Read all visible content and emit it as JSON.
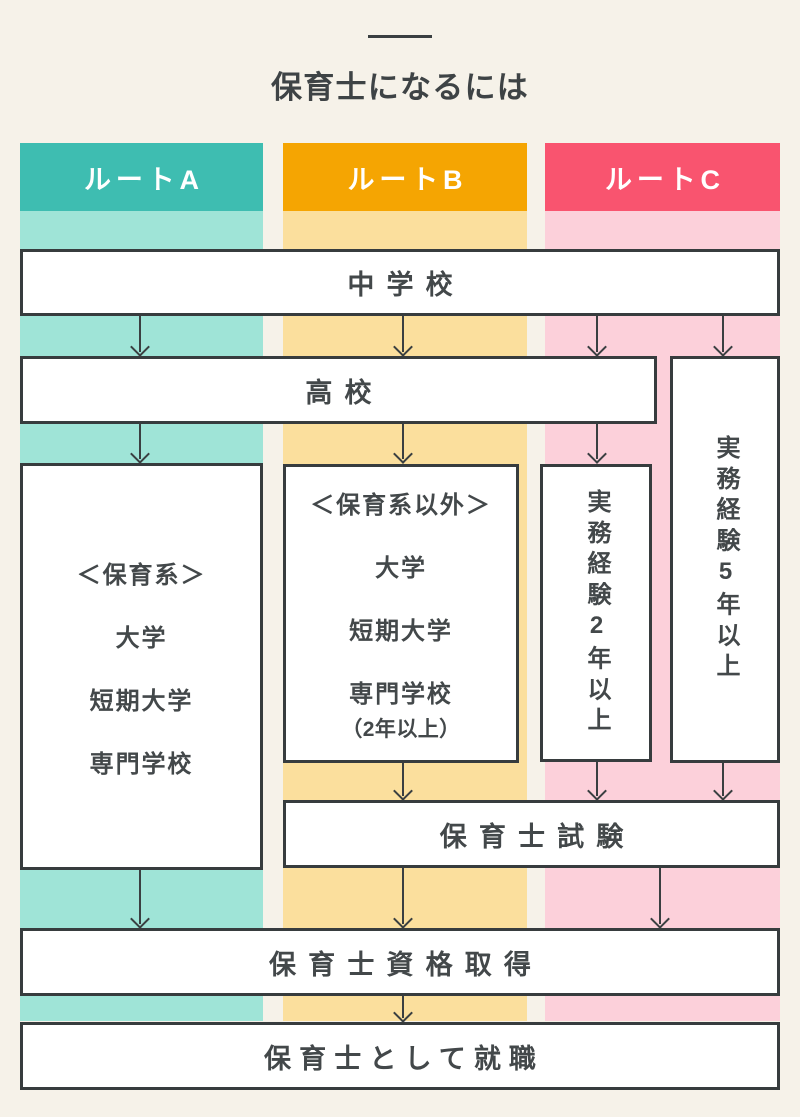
{
  "title": {
    "text": "保育士になるには"
  },
  "colors": {
    "background": "#f6f2e9",
    "box_border": "#373c3e",
    "text_dark": "#43484a",
    "arrow": "#3a3f41"
  },
  "routes": [
    {
      "label": "ルートA",
      "header_color": "#3ebdb1",
      "column_color": "#9fe4d7"
    },
    {
      "label": "ルートB",
      "header_color": "#f5a502",
      "column_color": "#fbdf9d"
    },
    {
      "label": "ルートC",
      "header_color": "#f9546f",
      "column_color": "#fcd0da"
    }
  ],
  "nodes": {
    "junior_high_school": "中学校",
    "high_school": "高校",
    "route_a_path": {
      "lines": [
        "＜保育系＞",
        "大学",
        "短期大学",
        "専門学校"
      ]
    },
    "route_b_path": {
      "lines": [
        "＜保育系以外＞",
        "大学",
        "短期大学",
        "専門学校",
        "（2年以上）"
      ]
    },
    "experience_2yr": "実務経験2年以上",
    "experience_5yr": "実務経験5年以上",
    "exam": "保育士試験",
    "qualification": "保育士資格取得",
    "employment": "保育士として就職"
  }
}
